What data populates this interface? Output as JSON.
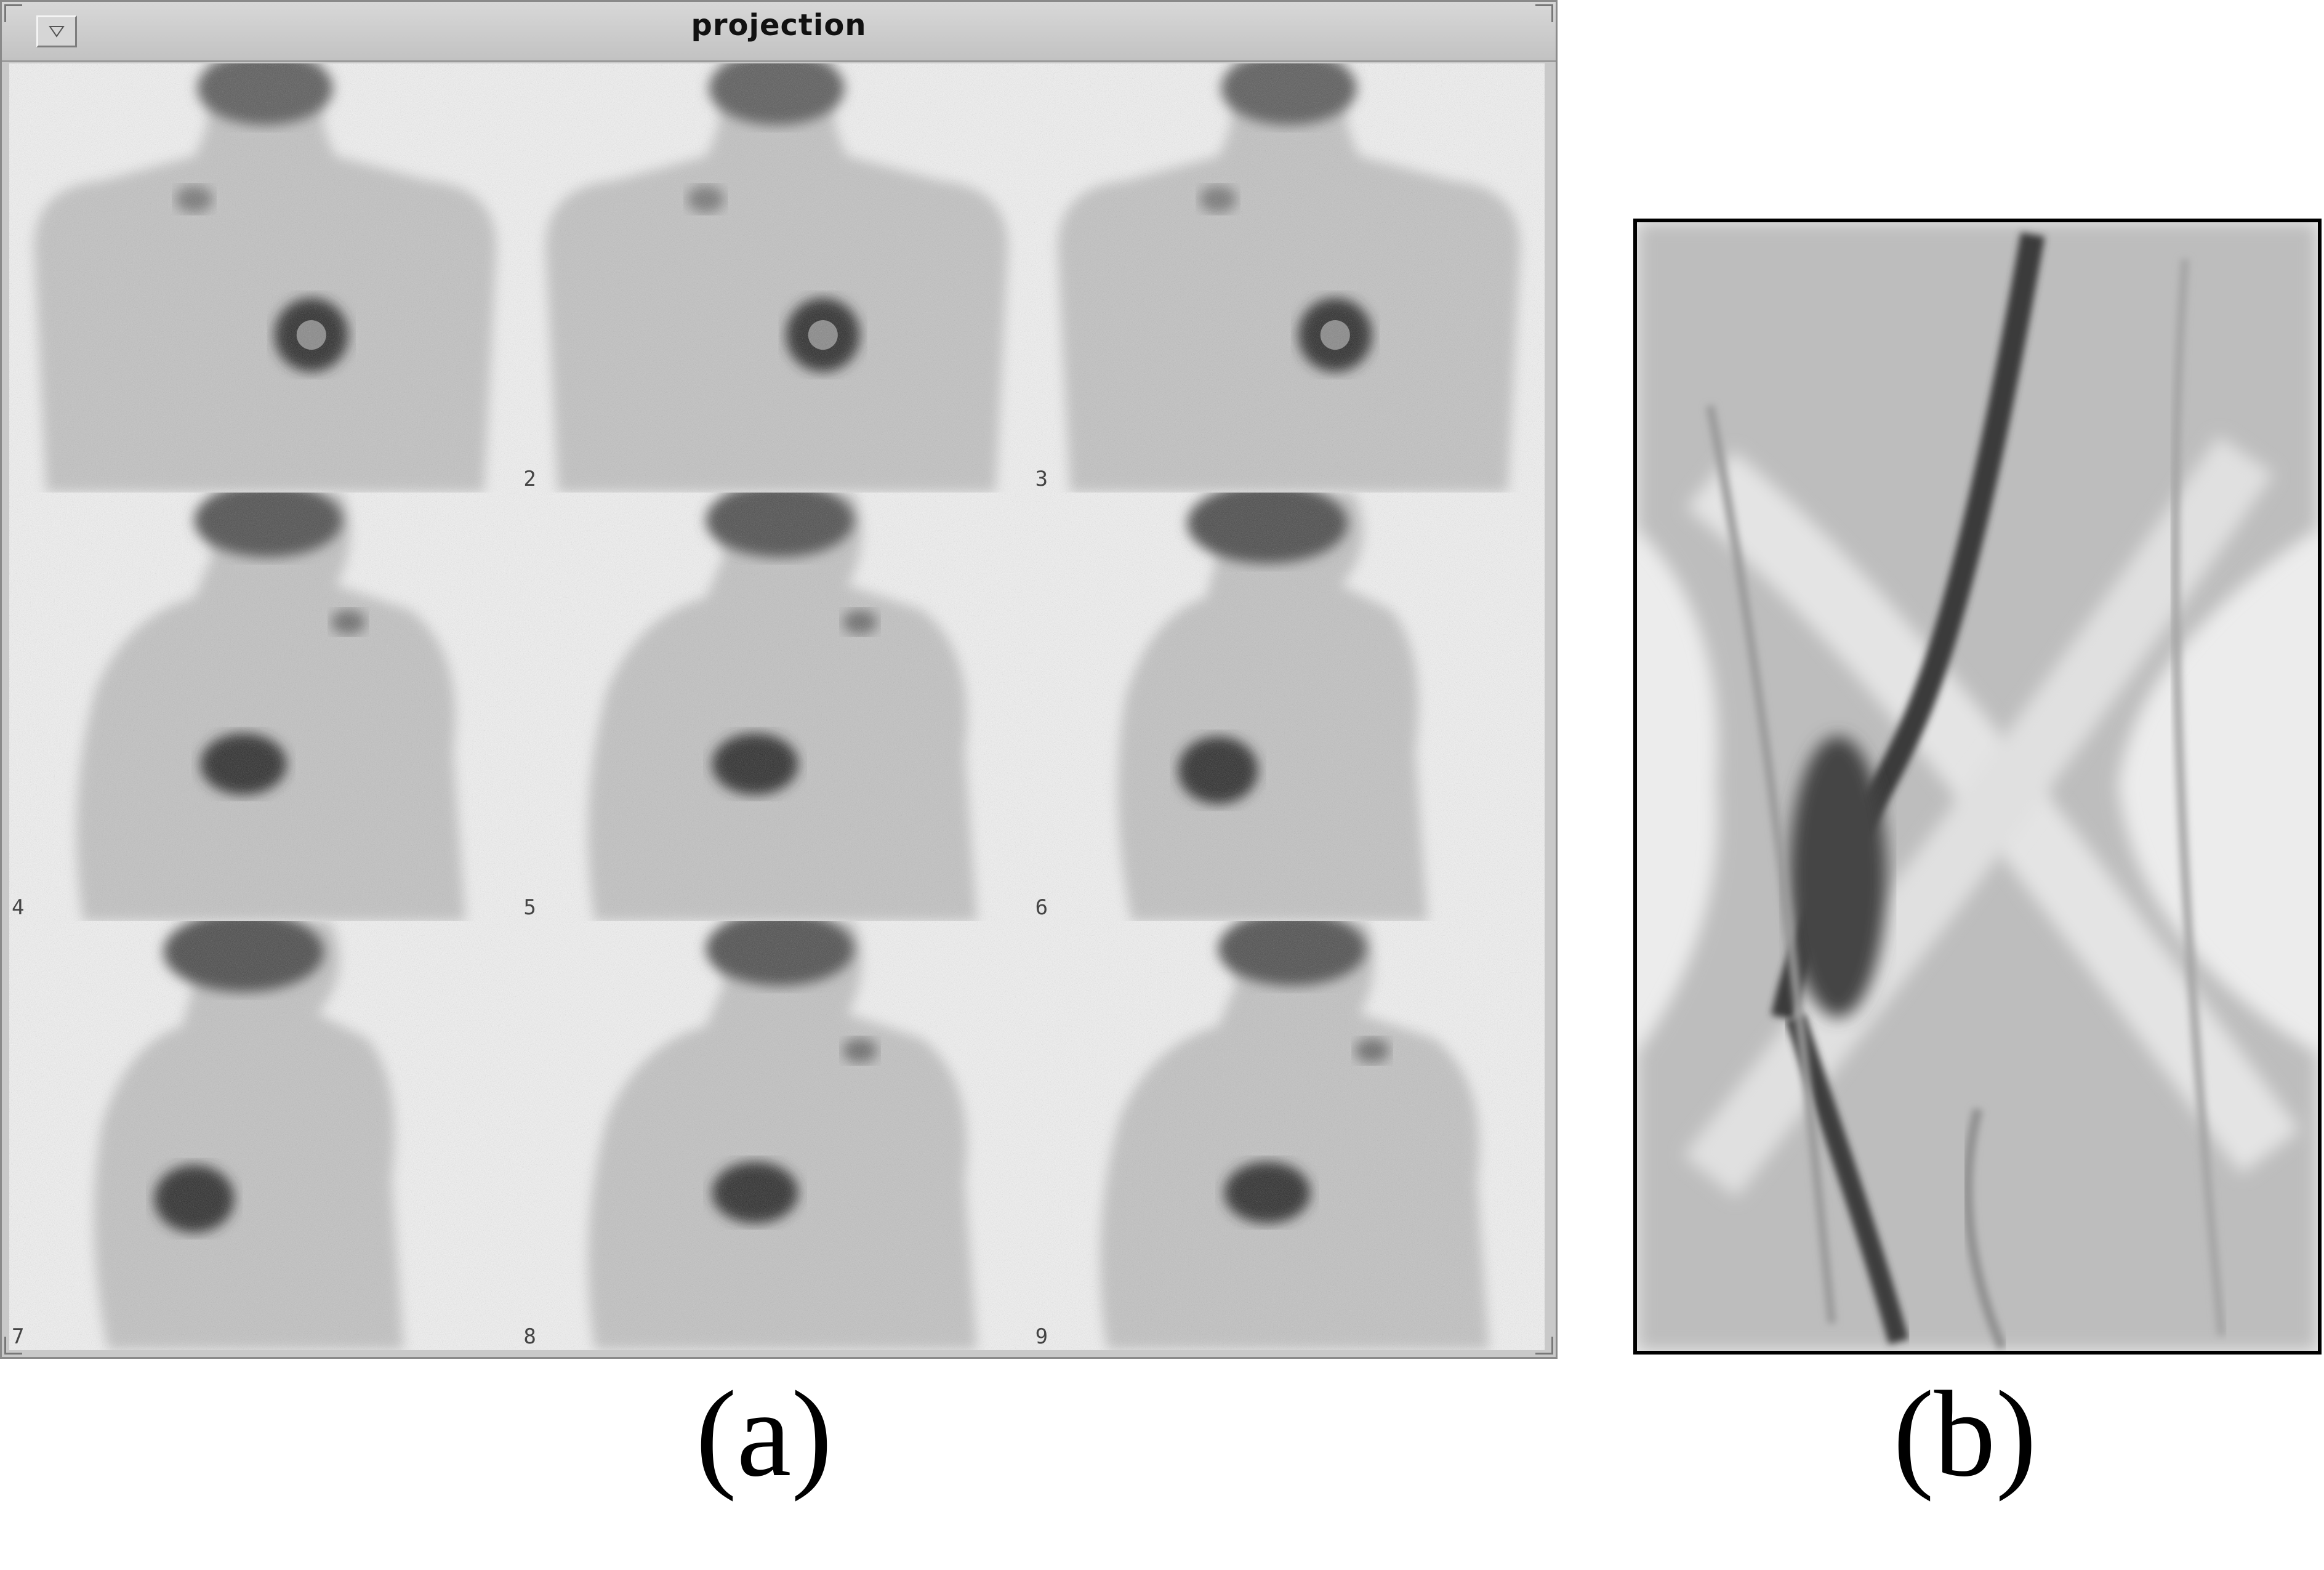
{
  "window": {
    "title": "projection",
    "menu_icon": "triangle-down-icon"
  },
  "frames": [
    {
      "label": "",
      "view": "anterior"
    },
    {
      "label": "2",
      "view": "anterior"
    },
    {
      "label": "3",
      "view": "anterior"
    },
    {
      "label": "4",
      "view": "oblique"
    },
    {
      "label": "5",
      "view": "oblique"
    },
    {
      "label": "6",
      "view": "lateral"
    },
    {
      "label": "7",
      "view": "lateral"
    },
    {
      "label": "8",
      "view": "oblique"
    },
    {
      "label": "9",
      "view": "oblique"
    }
  ],
  "captions": {
    "a": "(a)",
    "b": "(b)"
  },
  "colors": {
    "background": "#ffffff",
    "scan_light": "#f2f2f2",
    "scan_body": "#c2c2c2",
    "scan_dark": "#2a2a2a"
  }
}
